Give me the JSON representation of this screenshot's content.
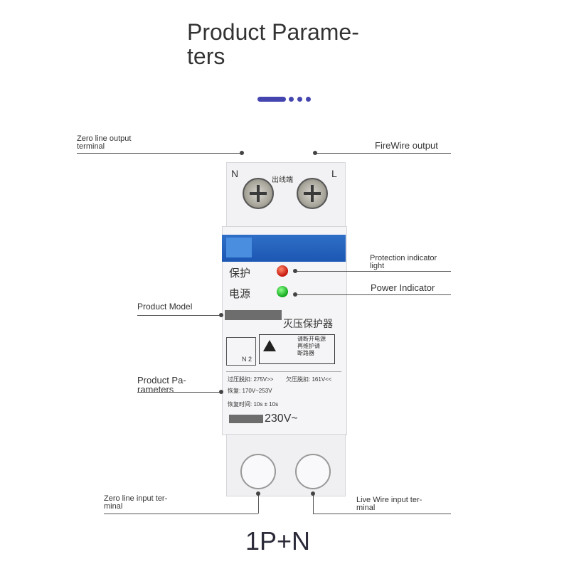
{
  "title": "Product Parame-\nters",
  "labels": {
    "zero_out": "Zero line output\nterminal",
    "fire_out": "FireWire output",
    "protection": "Protection indicator\nlight",
    "power": "Power Indicator",
    "model": "Product Model",
    "params": "Product Pa-\nrameters",
    "zero_in": "Zero line input ter-\nminal",
    "live_in": "Live Wire input ter-\nminal"
  },
  "device": {
    "n": "N",
    "l": "L",
    "out_terminal": "出线端",
    "protect": "保护",
    "power": "电源",
    "model_line": "灭压保护器",
    "warn_text": "请断开电源\n再维护请\n断路器",
    "diagram": "N 2",
    "over": "过压脱扣: 275V>>",
    "under": "欠压脱扣: 161V<<",
    "recover": "恢复: 170V~253V",
    "delay": "恢复时间: 10s ± 10s",
    "rating": "230V~"
  },
  "footer": "1P+N"
}
